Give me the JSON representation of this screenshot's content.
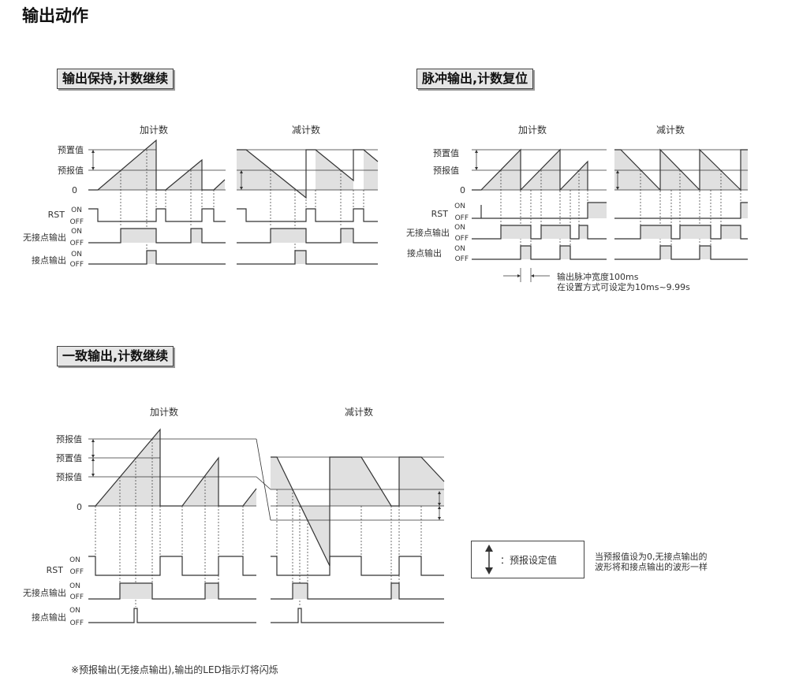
{
  "page_title": "输出动作",
  "sections": {
    "hold": "输出保持,计数继续",
    "pulse": "脉冲输出,计数复位",
    "match": "一致输出,计数继续"
  },
  "labels": {
    "up": "加计数",
    "down": "减计数",
    "preset": "预置值",
    "prewarn": "预报值",
    "zero": "0",
    "rst": "RST",
    "contactless": "无接点输出",
    "contact": "接点输出",
    "on": "ON",
    "off": "OFF"
  },
  "pulse_width_note": {
    "line1": "输出脉冲宽度100ms",
    "line2": "在设置方式可设定为10ms~9.99s"
  },
  "legend": {
    "text": "：预报设定值",
    "note_line1": "当预报值设为0,无接点输出的",
    "note_line2": "波形将和接点输出的波形一样"
  },
  "footnote": "※预报输出(无接点输出),输出的LED指示灯将闪烁",
  "colors": {
    "fill": "#e0e0e0",
    "line": "#333333",
    "box": "#e6e6e6"
  }
}
